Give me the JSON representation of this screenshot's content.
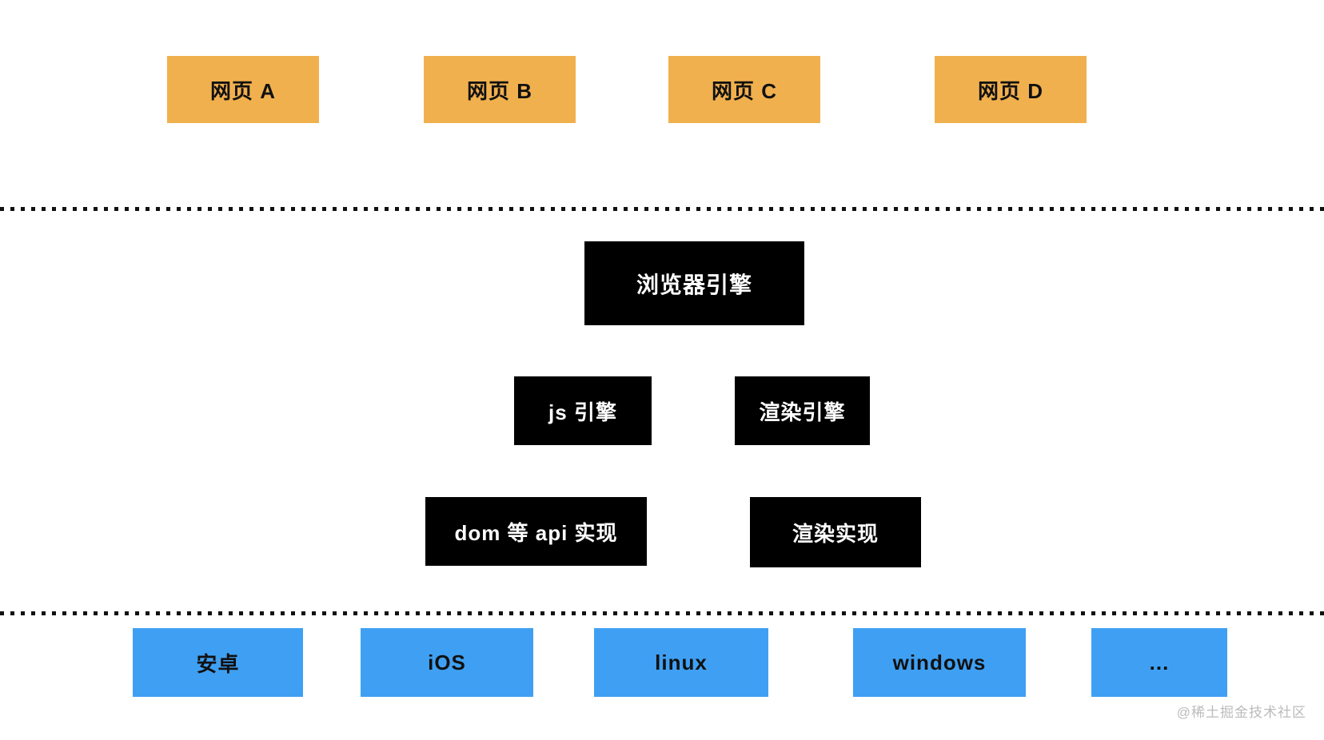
{
  "colors": {
    "page_box_fill": "#F1B04E",
    "engine_box_fill": "#000000",
    "engine_box_text": "#FFFFFF",
    "platform_box_fill": "#3FA0F3",
    "dotted_line": "#111111",
    "box_text_dark": "#111111",
    "watermark_gray": "#BBBBBB"
  },
  "web_pages": {
    "items": [
      {
        "label": "网页 A"
      },
      {
        "label": "网页 B"
      },
      {
        "label": "网页 C"
      },
      {
        "label": "网页 D"
      }
    ]
  },
  "browser_engine": {
    "main": "浏览器引擎",
    "js_engine": "js 引擎",
    "render_engine": "渲染引擎",
    "dom_api_impl": "dom 等 api 实现",
    "render_impl": "渲染实现"
  },
  "platforms": {
    "items": [
      {
        "label": "安卓"
      },
      {
        "label": "iOS"
      },
      {
        "label": "linux"
      },
      {
        "label": "windows"
      },
      {
        "label": "..."
      }
    ]
  },
  "watermark": "@稀土掘金技术社区"
}
